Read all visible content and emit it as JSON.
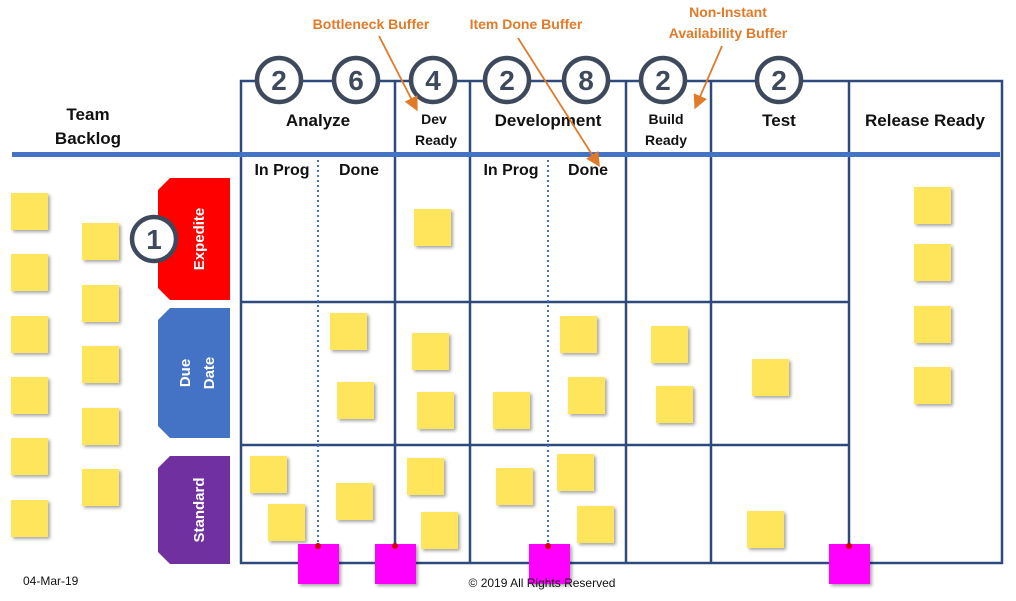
{
  "backlog": {
    "line1": "Team",
    "line2": "Backlog"
  },
  "columns": {
    "analyze": "Analyze",
    "dev_ready_1": "Dev",
    "dev_ready_2": "Ready",
    "development": "Development",
    "build_ready_1": "Build",
    "build_ready_2": "Ready",
    "test": "Test",
    "release_ready": "Release Ready"
  },
  "subcolumns": {
    "analyze_in_prog": "In Prog",
    "analyze_done": "Done",
    "dev_in_prog": "In Prog",
    "dev_done": "Done"
  },
  "wip": {
    "analyze_in_prog": "2",
    "analyze_done": "6",
    "dev_ready": "4",
    "dev_in_prog": "2",
    "dev_done": "8",
    "build_ready": "2",
    "test": "2",
    "expedite": "1"
  },
  "lanes": {
    "expedite": "Expedite",
    "due_date_1": "Due",
    "due_date_2": "Date",
    "standard": "Standard"
  },
  "annotations": {
    "bottleneck": "Bottleneck Buffer",
    "item_done": "Item Done Buffer",
    "non_instant_1": "Non-Instant",
    "non_instant_2": "Availability Buffer"
  },
  "footer": {
    "date": "04-Mar-19",
    "copyright": "© 2019 All Rights Reserved"
  },
  "colors": {
    "board_line": "#2E4A7D",
    "header_bar": "#4472C4",
    "sticky": "#FFE55C",
    "expedite": "#FF0000",
    "due_date": "#4472C4",
    "standard": "#7030A0",
    "magenta_card": "#FF00FF",
    "annotation": "#E07B2A"
  }
}
